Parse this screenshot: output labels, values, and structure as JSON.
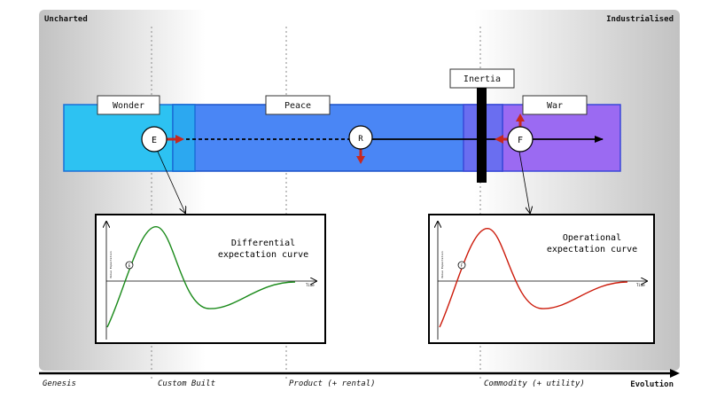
{
  "map": {
    "top_left_label": "Uncharted",
    "top_right_label": "Industrialised",
    "axis_label": "Evolution",
    "stages": [
      "Genesis",
      "Custom Built",
      "Product (+ rental)",
      "Commodity (+ utility)"
    ]
  },
  "bands": {
    "wonder": "Wonder",
    "peace": "Peace",
    "war": "War",
    "inertia": "Inertia"
  },
  "nodes": {
    "e": "E",
    "r": "R",
    "f": "F"
  },
  "charts": {
    "left": {
      "title_line1": "Differential",
      "title_line2": "expectation curve",
      "ylabel": "Value Expectation",
      "xlabel": "Time",
      "marker": "E",
      "curve_color": "#1a8a1a"
    },
    "right": {
      "title_line1": "Operational",
      "title_line2": "expectation curve",
      "ylabel": "Value Expectation",
      "xlabel": "Time",
      "marker": "F",
      "curve_color": "#cc1a0a"
    }
  },
  "colors": {
    "wonder": "#2dc2f2",
    "peace": "#4a86f5",
    "war": "#9b6af2",
    "arrow": "#c8281e"
  }
}
